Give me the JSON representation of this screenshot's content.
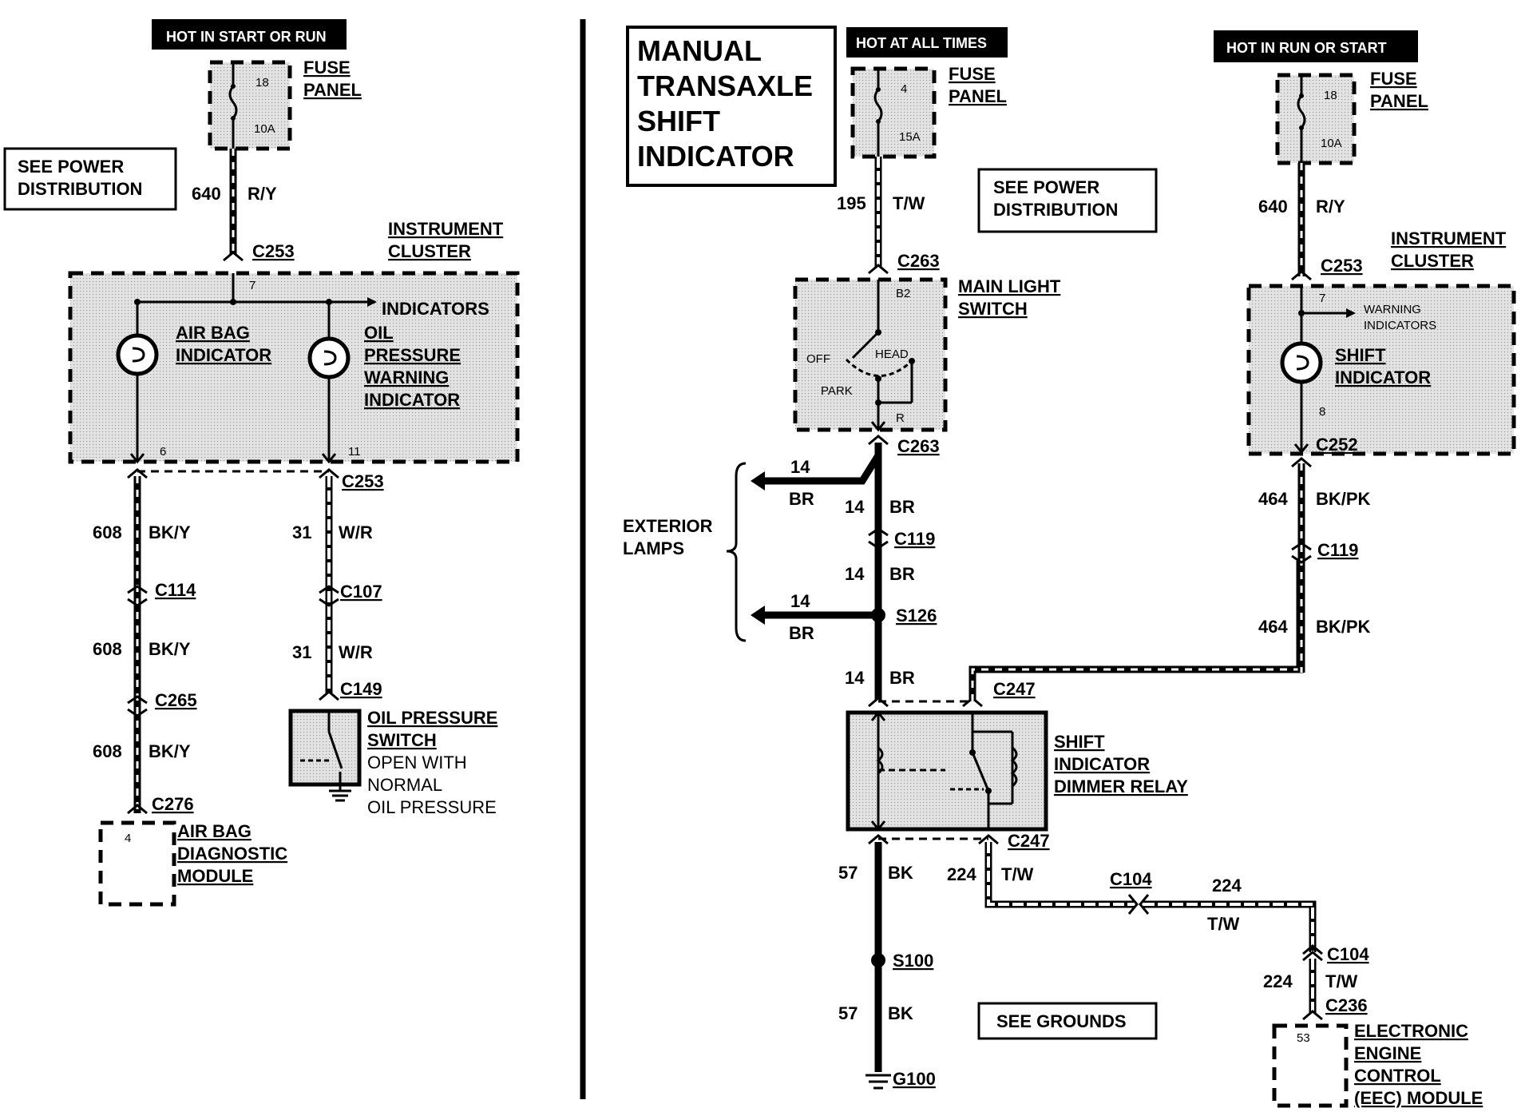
{
  "left": {
    "hot_tag": "HOT IN START OR RUN",
    "fuse": {
      "num": "18",
      "amp": "10A",
      "label1": "FUSE",
      "label2": "PANEL"
    },
    "see_power1": "SEE POWER",
    "see_power2": "DISTRIBUTION",
    "w640": "640",
    "c640": "R/Y",
    "c253a": "C253",
    "cluster1": "INSTRUMENT",
    "cluster2": "CLUSTER",
    "pin7": "7",
    "indicators": "INDICATORS",
    "airbag1": "AIR BAG",
    "airbag2": "INDICATOR",
    "oil1": "OIL",
    "oil2": "PRESSURE",
    "oil3": "WARNING",
    "oil4": "INDICATOR",
    "pin6": "6",
    "pin11": "11",
    "c253b": "C253",
    "w608a": "608",
    "c608a": "BK/Y",
    "c114": "C114",
    "w608b": "608",
    "c608b": "BK/Y",
    "c265": "C265",
    "w608c": "608",
    "c608c": "BK/Y",
    "c276": "C276",
    "pin4": "4",
    "abdm1": "AIR BAG",
    "abdm2": "DIAGNOSTIC",
    "abdm3": "MODULE",
    "w31a": "31",
    "c31a": "W/R",
    "c107": "C107",
    "w31b": "31",
    "c31b": "W/R",
    "c149": "C149",
    "ops1": "OIL PRESSURE",
    "ops2": "SWITCH",
    "ops3": "OPEN WITH",
    "ops4": "NORMAL",
    "ops5": "OIL PRESSURE"
  },
  "right": {
    "title1": "MANUAL",
    "title2": "TRANSAXLE",
    "title3": "SHIFT",
    "title4": "INDICATOR",
    "hot_tag_a": "HOT AT ALL TIMES",
    "fuse_a": {
      "num": "4",
      "amp": "15A",
      "label1": "FUSE",
      "label2": "PANEL"
    },
    "w195": "195",
    "c195": "T/W",
    "see_power1": "SEE POWER",
    "see_power2": "DISTRIBUTION",
    "c263a": "C263",
    "mls1": "MAIN LIGHT",
    "mls2": "SWITCH",
    "b2": "B2",
    "off": "OFF",
    "head": "HEAD",
    "park": "PARK",
    "r": "R",
    "c263b": "C263",
    "ext1": "EXTERIOR",
    "ext2": "LAMPS",
    "br14a_n": "14",
    "br14a_c": "BR",
    "br14b_n": "14",
    "br14b_c": "BR",
    "c119a": "C119",
    "br14c_n": "14",
    "br14c_c": "BR",
    "br14d_n": "14",
    "br14d_c": "BR",
    "s126": "S126",
    "br14e_n": "14",
    "br14e_c": "BR",
    "c247a": "C247",
    "sidr1": "SHIFT",
    "sidr2": "INDICATOR",
    "sidr3": "DIMMER RELAY",
    "c247b": "C247",
    "w57a": "57",
    "c57a": "BK",
    "w224a": "224",
    "c224a": "T/W",
    "c104a": "C104",
    "w224b": "224",
    "c224b": "T/W",
    "s100": "S100",
    "w57b": "57",
    "c57b": "BK",
    "see_grounds": "SEE GROUNDS",
    "g100": "G100",
    "hot_tag_b": "HOT IN RUN OR START",
    "fuse_b": {
      "num": "18",
      "amp": "10A",
      "label1": "FUSE",
      "label2": "PANEL"
    },
    "w640": "640",
    "c640": "R/Y",
    "c253": "C253",
    "cluster1": "INSTRUMENT",
    "cluster2": "CLUSTER",
    "pin7": "7",
    "warn1": "WARNING",
    "warn2": "INDICATORS",
    "shift1": "SHIFT",
    "shift2": "INDICATOR",
    "pin8": "8",
    "c252": "C252",
    "w464a": "464",
    "c464a": "BK/PK",
    "c119b": "C119",
    "w464b": "464",
    "c464b": "BK/PK",
    "c104b": "C104",
    "w224c": "224",
    "c224c": "T/W",
    "c236": "C236",
    "pin53": "53",
    "eec1": "ELECTRONIC",
    "eec2": "ENGINE",
    "eec3": "CONTROL",
    "eec4": "(EEC) MODULE"
  }
}
